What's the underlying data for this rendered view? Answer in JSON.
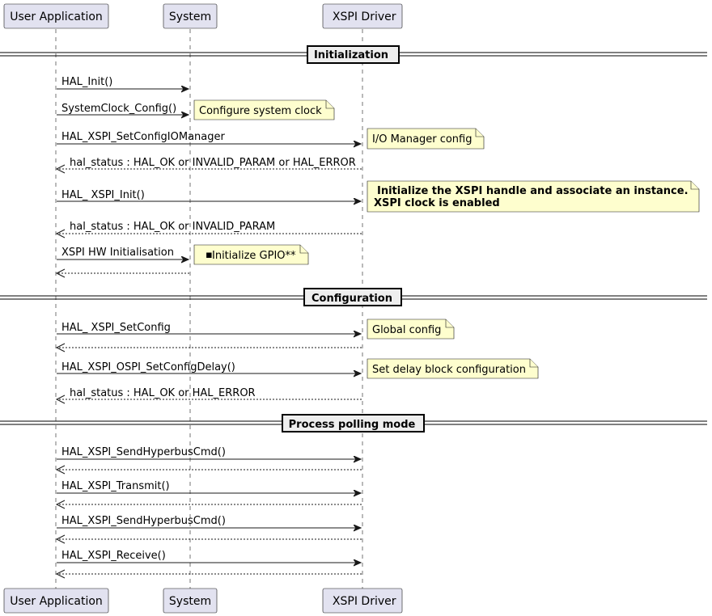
{
  "participants": {
    "user_app": "User Application",
    "system": "System",
    "xspi": " XSPI Driver"
  },
  "dividers": {
    "initialization": "Initialization",
    "configuration": "Configuration",
    "polling": "Process polling mode"
  },
  "messages": {
    "hal_init": "HAL_Init()",
    "sysclock": "SystemClock_Config()",
    "set_io_manager": "HAL_XSPI_SetConfigIOManager",
    "status_io": "hal_status : HAL_OK or INVALID_PARAM or HAL_ERROR",
    "xspi_init": "HAL_ XSPI_Init()",
    "status_init": "hal_status : HAL_OK or INVALID_PARAM",
    "hw_init": "XSPI HW Initialisation",
    "set_config": "HAL_ XSPI_SetConfig",
    "set_delay": "HAL_XSPI_OSPI_SetConfigDelay()",
    "status_delay": "hal_status : HAL_OK or HAL_ERROR",
    "send_cmd_1": "HAL_XSPI_SendHyperbusCmd()",
    "transmit": "HAL_XSPI_Transmit()",
    "send_cmd_2": "HAL_XSPI_SendHyperbusCmd()",
    "receive": "HAL_XSPI_Receive()"
  },
  "notes": {
    "sysclock": "Configure system clock",
    "io_manager": "I/O Manager config",
    "init_line1": "Initialize the XSPI handle and associate an instance.",
    "init_line2": "XSPI clock is enabled",
    "gpio_bullet": "▪",
    "gpio": "Initialize GPIO**",
    "global_config": "Global config",
    "delay_block": "Set delay block configuration"
  }
}
